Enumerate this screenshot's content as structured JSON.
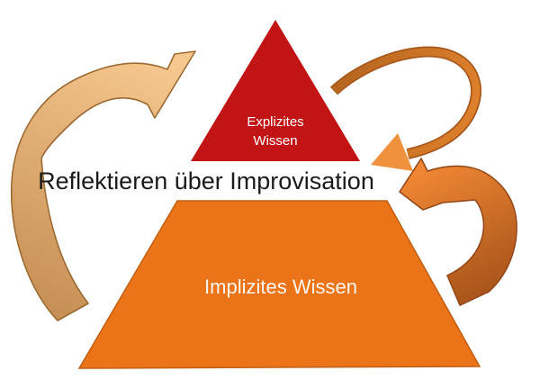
{
  "diagram": {
    "background_color": "#ffffff",
    "center_label": "Reflektieren über Improvisation",
    "center_label_color": "#1b1b1b",
    "pyramid_top": {
      "label_line1": "Explizites",
      "label_line2": "Wissen",
      "fill": "#c21414",
      "text_color": "#ffffff"
    },
    "pyramid_bottom": {
      "label": "Implizites Wissen",
      "fill": "#ec7418",
      "border": "#c05f14",
      "text_color": "#fdf6ee"
    },
    "arrow_left": {
      "icon": "curved-arrow-up-right-icon",
      "fill_start": "#f6c88f",
      "fill_end": "#c68f55",
      "outline": "#9c6a30"
    },
    "arrow_top_right": {
      "icon": "curved-hook-arrow-down-left-icon",
      "stroke_start": "#b4651f",
      "stroke_end": "#e0812c",
      "head_fill": "#f0913e",
      "outline": "#a9581b"
    },
    "arrow_bottom_right": {
      "icon": "curved-swoosh-arrow-left-icon",
      "fill_start": "#ee8633",
      "fill_end": "#a5521a",
      "outline": "#96491a"
    }
  }
}
